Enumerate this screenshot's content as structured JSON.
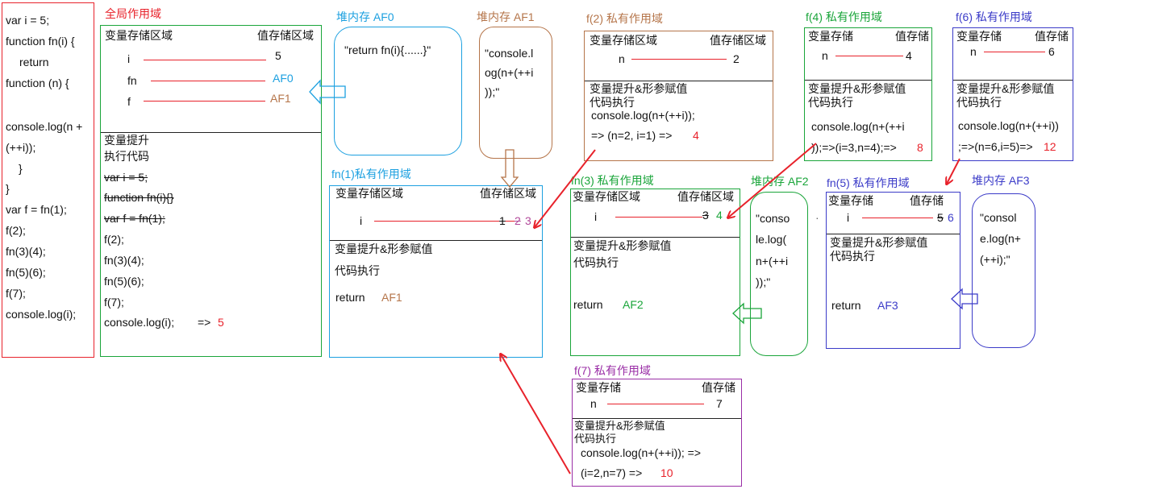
{
  "code": {
    "lines": [
      "var i = 5;",
      "function fn(i) {",
      "return",
      "function (n) {",
      "",
      "console.log(n +",
      "(++i));",
      "}",
      "}",
      "var f = fn(1);",
      "f(2);",
      "fn(3)(4);",
      "fn(5)(6);",
      "f(7);",
      "console.log(i);"
    ]
  },
  "global": {
    "title": "全局作用域",
    "var_header": "变量存储区域",
    "val_header": "值存储区域",
    "vars": [
      {
        "name": "i",
        "value": "5"
      },
      {
        "name": "fn",
        "value": "AF0"
      },
      {
        "name": "f",
        "value": "AF1"
      }
    ],
    "sec1": "变量提升",
    "sec2": "执行代码",
    "exec": [
      "var i = 5;",
      "function fn(i){}",
      "var f = fn(1);",
      "f(2);",
      "fn(3)(4);",
      "fn(5)(6);",
      "f(7);",
      "console.log(i);"
    ],
    "result_arrow": "=>",
    "result": "5"
  },
  "heap_af0": {
    "title": "堆内存 AF0",
    "content": "\"return fn(i){......}\""
  },
  "heap_af1": {
    "title": "堆内存 AF1",
    "lines": [
      "\"console.l",
      "og(n+(++i",
      "));\""
    ]
  },
  "heap_af2": {
    "title": "堆内存 AF2",
    "lines": [
      "\"conso",
      "le.log(",
      "n+(++i",
      "));\""
    ]
  },
  "heap_af3": {
    "title": "堆内存  AF3",
    "lines": [
      "\"consol",
      "e.log(n+",
      "(++i);\""
    ]
  },
  "fn1": {
    "title": "fn(1)私有作用域",
    "var_header": "变量存储区域",
    "val_header": "值存储区域",
    "var": "i",
    "values": [
      "1",
      "2",
      "3"
    ],
    "sec1": "变量提升&形参赋值",
    "sec2": "代码执行",
    "ret": "return",
    "ret_val": "AF1"
  },
  "f2": {
    "title": "f(2) 私有作用域",
    "var_header": "变量存储区域",
    "val_header": "值存储区域",
    "var": "n",
    "value": "2",
    "sec1": "变量提升&形参赋值",
    "sec2": "代码执行",
    "code": "console.log(n+(++i));",
    "calc": "=> (n=2, i=1) =>",
    "result": "4"
  },
  "fn3": {
    "title": "fn(3) 私有作用域",
    "var_header": "变量存储区域",
    "val_header": "值存储区域",
    "var": "i",
    "values": [
      "3",
      "4"
    ],
    "sec1": "变量提升&形参赋值",
    "sec2": "代码执行",
    "ret": "return",
    "ret_val": "AF2"
  },
  "f4": {
    "title": "f(4) 私有作用域",
    "var_header": "变量存储",
    "val_header": "值存储",
    "var": "n",
    "value": "4",
    "sec1": "变量提升&形参赋值",
    "sec2": "代码执行",
    "code": "console.log(n+(++i",
    "calc": "));=>(i=3,n=4);=>",
    "result": "8"
  },
  "f6": {
    "title": "f(6) 私有作用域",
    "var_header": "变量存储",
    "val_header": "值存储",
    "var": "n",
    "value": "6",
    "sec1": "变量提升&形参赋值",
    "sec2": "代码执行",
    "code": "console.log(n+(++i))",
    "calc": ";=>(n=6,i=5)=>",
    "result": "12"
  },
  "fn5": {
    "title": "fn(5) 私有作用域",
    "var_header": "变量存储",
    "val_header": "值存储",
    "var": "i",
    "values": [
      "5",
      "6"
    ],
    "sec1": "变量提升&形参赋值",
    "sec2": "代码执行",
    "ret": "return",
    "ret_val": "AF3"
  },
  "f7": {
    "title": "f(7) 私有作用域",
    "var_header": "变量存储",
    "val_header": "值存储",
    "var": "n",
    "value": "7",
    "sec1": "变量提升&形参赋值",
    "sec2": "代码执行",
    "code": "console.log(n+(++i));   =>",
    "calc": "(i=2,n=7)  =>",
    "result": "10"
  },
  "misc": {
    "dot": "·"
  },
  "colors": {
    "red": "#e8222b",
    "brown": "#b5754a",
    "blue": "#1ca0e0",
    "green": "#1aa53a",
    "navy": "#3b3bc8",
    "purple": "#9a2ea6"
  }
}
